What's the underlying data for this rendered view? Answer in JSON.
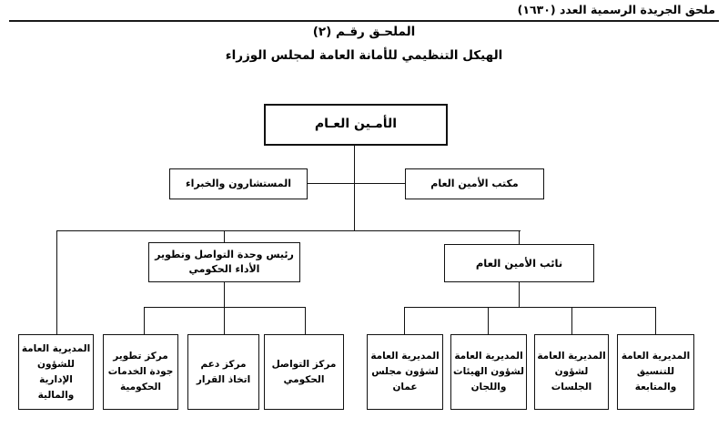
{
  "header": {
    "text": "ملحق الجريدة الرسمية العدد (١٦٣٠)"
  },
  "titles": {
    "main": "الملحـق رقـم (٢)",
    "sub": "الهيكل التنظيمي للأمانة العامة لمجلس الوزراء"
  },
  "colors": {
    "ink": "#111111",
    "paper": "#ffffff",
    "rule": "#1a1a1a"
  },
  "chart_data": {
    "type": "diagram",
    "title": "الهيكل التنظيمي للأمانة العامة لمجلس الوزراء",
    "orientation": "rtl-top-down",
    "nodes": [
      {
        "id": "root",
        "label": "الأمـين العـام",
        "level": 0
      },
      {
        "id": "advisors",
        "label": "المستشارون والخبراء",
        "level": 1
      },
      {
        "id": "office",
        "label": "مكتب الأمين العام",
        "level": 1
      },
      {
        "id": "unit",
        "label": "رئيس وحدة التواصل وتطوير الأداء الحكومي",
        "level": 2
      },
      {
        "id": "deputy",
        "label": "نائب الأمين العام",
        "level": 2
      },
      {
        "id": "d1",
        "label": "المديرية العامة للشؤون الإدارية والمالية",
        "level": 3
      },
      {
        "id": "d2",
        "label": "مركز تطوير جودة الخدمات الحكومية",
        "level": 3
      },
      {
        "id": "d3",
        "label": "مركز دعم اتخاذ القرار",
        "level": 3
      },
      {
        "id": "d4",
        "label": "مركز التواصل الحكومي",
        "level": 3
      },
      {
        "id": "d5",
        "label": "المديرية العامة لشؤون مجلس عمان",
        "level": 3
      },
      {
        "id": "d6",
        "label": "المديرية العامة لشؤون الهيئات واللجان",
        "level": 3
      },
      {
        "id": "d7",
        "label": "المديرية العامة لشؤون الجلسات",
        "level": 3
      },
      {
        "id": "d8",
        "label": "المديرية العامة للتنسيق والمتابعة",
        "level": 3
      }
    ],
    "edges": [
      {
        "from": "root",
        "to": "advisors"
      },
      {
        "from": "root",
        "to": "office"
      },
      {
        "from": "root",
        "to": "unit"
      },
      {
        "from": "root",
        "to": "deputy"
      },
      {
        "from": "root",
        "to": "d1"
      },
      {
        "from": "unit",
        "to": "d2"
      },
      {
        "from": "unit",
        "to": "d3"
      },
      {
        "from": "unit",
        "to": "d4"
      },
      {
        "from": "deputy",
        "to": "d5"
      },
      {
        "from": "deputy",
        "to": "d6"
      },
      {
        "from": "deputy",
        "to": "d7"
      },
      {
        "from": "deputy",
        "to": "d8"
      }
    ]
  },
  "boxes": {
    "root": "الأمـين العـام",
    "advisors": "المستشارون والخبراء",
    "office": "مكتب الأمين العام",
    "unit_line1": "رئيس وحدة التواصل وتطوير",
    "unit_line2": "الأداء الحكومي",
    "deputy": "نائب الأمين العام",
    "leaf1_line1": "المديرية",
    "leaf1_line2": "العامة للشؤون",
    "leaf1_line3": "الإدارية والمالية",
    "leaf2_line1": "مركز تطوير",
    "leaf2_line2": "جودة الخدمات",
    "leaf2_line3": "الحكومية",
    "leaf3_line1": "مركز دعم",
    "leaf3_line2": "اتخاذ القرار",
    "leaf4_line1": "مركز التواصل",
    "leaf4_line2": "الحكومي",
    "leaf5_line1": "المديرية العامة",
    "leaf5_line2": "لشؤون",
    "leaf5_line3": "مجلس عمان",
    "leaf6_line1": "المديرية العامة",
    "leaf6_line2": "لشؤون",
    "leaf6_line3": "الهيئات واللجان",
    "leaf7_line1": "المديرية العامة",
    "leaf7_line2": "لشؤون الجلسات",
    "leaf8_line1": "المديرية العامة",
    "leaf8_line2": "للتنسيق والمتابعة"
  }
}
